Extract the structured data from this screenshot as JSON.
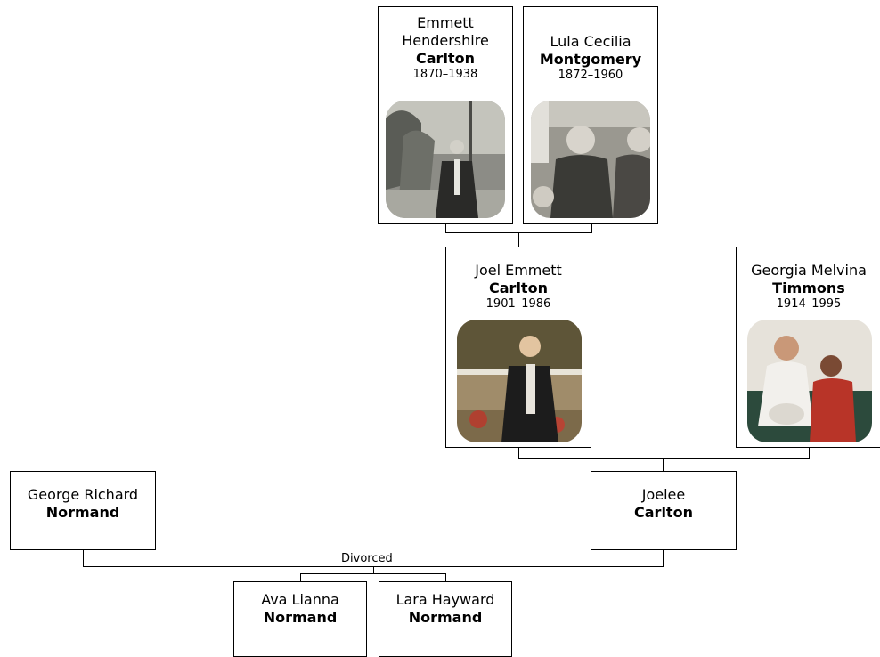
{
  "people": {
    "emmett": {
      "given": "Emmett Hendershire",
      "surname": "Carlton",
      "dates": "1870–1938",
      "photo": "photo-man-suit-outdoors"
    },
    "lula": {
      "given": "Lula Cecilia",
      "surname": "Montgomery",
      "dates": "1872–1960",
      "photo": "photo-elderly-women-group"
    },
    "joel": {
      "given": "Joel Emmett",
      "surname": "Carlton",
      "dates": "1901–1986",
      "photo": "photo-man-suit-color"
    },
    "georgia": {
      "given": "Georgia Melvina",
      "surname": "Timmons",
      "dates": "1914–1995",
      "photo": "photo-woman-with-children"
    },
    "george": {
      "given": "George Richard",
      "surname": "Normand"
    },
    "joelee": {
      "given": "Joelee",
      "surname": "Carlton"
    },
    "ava": {
      "given": "Ava Lianna",
      "surname": "Normand"
    },
    "lara": {
      "given": "Lara Hayward",
      "surname": "Normand"
    }
  },
  "relationships": {
    "george_joelee": "Divorced"
  }
}
